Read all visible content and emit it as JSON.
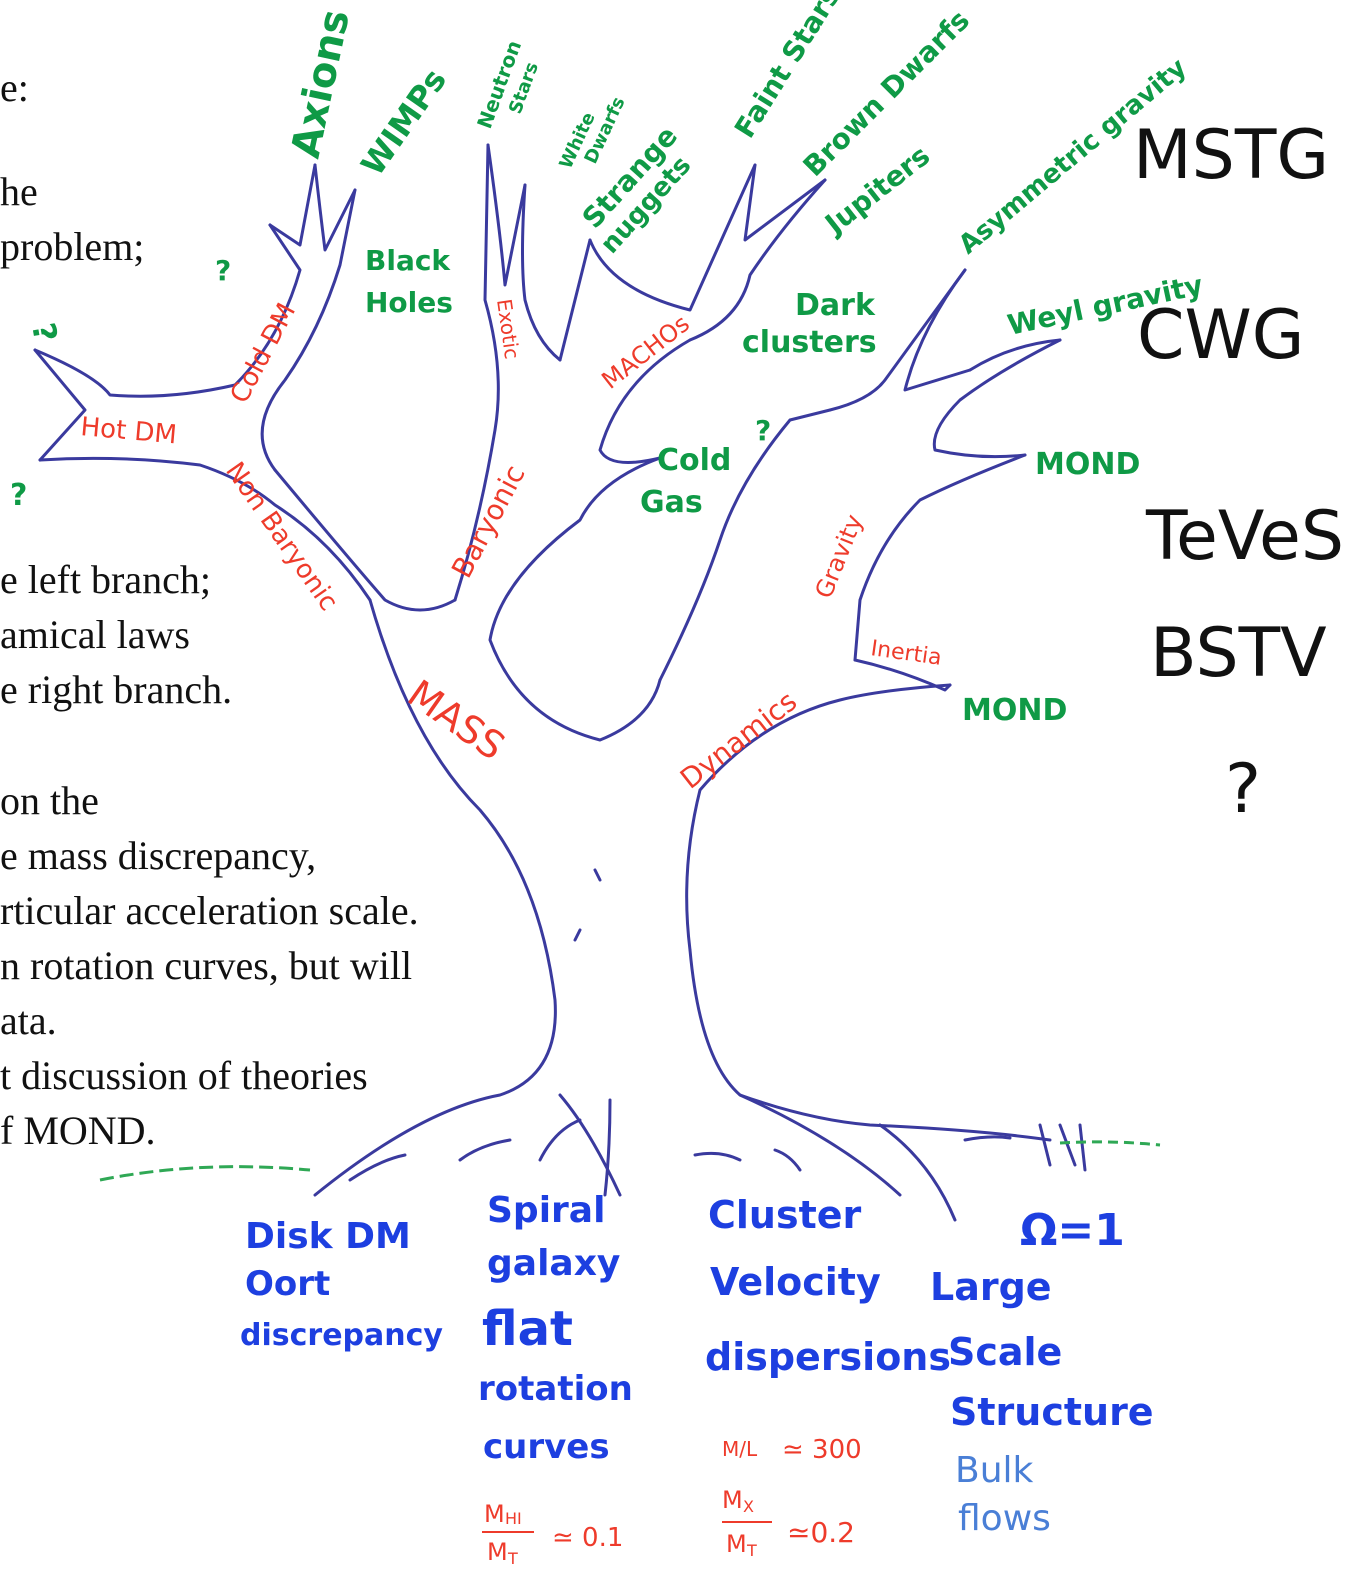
{
  "side_text": [
    "e:",
    "he",
    " problem;",
    "e left branch;",
    "amical laws",
    "e right branch.",
    "on the",
    "e mass discrepancy,",
    "rticular acceleration scale.",
    "n rotation curves, but will",
    "ata.",
    "t discussion of theories",
    "f MOND."
  ],
  "theories": [
    "MSTG",
    "CWG",
    "TeVeS",
    "BSTV",
    "?"
  ],
  "tree": {
    "trunk": "MASS",
    "dynamics": "Dynamics",
    "non_baryonic": "Non Baryonic",
    "baryonic": "Baryonic",
    "gravity": "Gravity",
    "inertia": "Inertia",
    "hot_dm": "Hot DM",
    "cold_dm": "Cold DM",
    "exotic": "Exotic",
    "machos": "MACHOs"
  },
  "leaves": {
    "axions": "Axions",
    "wimps": "WIMPs",
    "black_holes_1": "Black",
    "black_holes_2": "Holes",
    "neutron_stars_1": "Neutron",
    "neutron_stars_2": "Stars",
    "white_dwarfs_1": "White",
    "white_dwarfs_2": "Dwarfs",
    "strange_nuggets_1": "Strange",
    "strange_nuggets_2": "nuggets",
    "faint_stars": "Faint Stars",
    "brown_dwarfs": "Brown Dwarfs",
    "jupiters": "Jupiters",
    "dark_clusters_1": "Dark",
    "dark_clusters_2": "clusters",
    "cold_gas_1": "Cold",
    "cold_gas_2": "Gas",
    "asymmetric_gravity": "Asymmetric gravity",
    "weyl_gravity": "Weyl gravity",
    "mond_gravity": "MOND",
    "mond_inertia": "MOND",
    "question_marks": [
      "?",
      "?",
      "?",
      "?"
    ]
  },
  "roots": {
    "disk_1": "Disk DM",
    "disk_2": "Oort",
    "disk_3": "discrepancy",
    "spiral_1": "Spiral",
    "spiral_2": "galaxy",
    "spiral_3": "flat",
    "spiral_4": "rotation",
    "spiral_5": "curves",
    "spiral_ratio_num": "M",
    "spiral_ratio_num_sub": "HI",
    "spiral_ratio_den": "M",
    "spiral_ratio_den_sub": "T",
    "spiral_ratio_value": "≃ 0.1",
    "cluster_1": "Cluster",
    "cluster_2": "Velocity",
    "cluster_3": "dispersions",
    "cluster_ml": "M/L",
    "cluster_ml_value": "≃ 300",
    "cluster_ratio_num": "M",
    "cluster_ratio_num_sub": "X",
    "cluster_ratio_den": "M",
    "cluster_ratio_den_sub": "T",
    "cluster_ratio_value": "≃0.2",
    "omega": "Ω=1",
    "lss_1": "Large",
    "lss_2": "Scale",
    "lss_3": "Structure",
    "lss_4": "Bulk",
    "lss_5": "flows"
  }
}
